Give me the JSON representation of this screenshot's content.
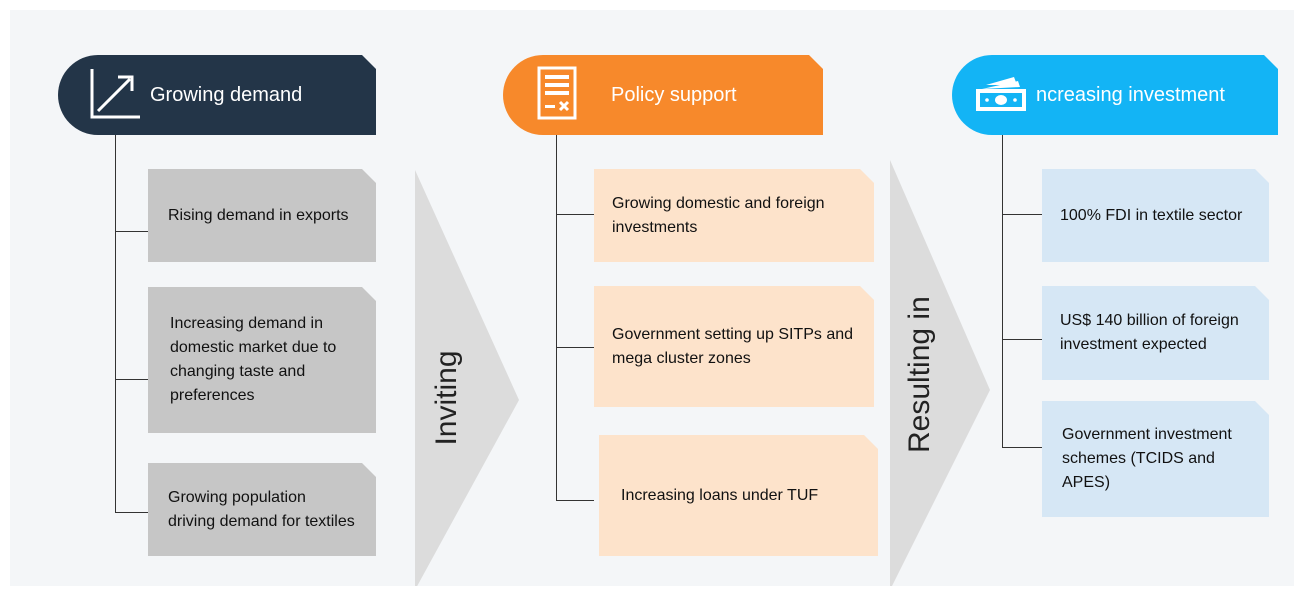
{
  "columns": [
    {
      "title": "Growing demand",
      "color": "#233548",
      "icon": "trend-arrow-icon",
      "items": [
        "Rising demand in exports",
        "Increasing demand in domestic market due to changing taste and preferences",
        "Growing population driving demand for textiles"
      ]
    },
    {
      "title": "Policy support",
      "color": "#f7892b",
      "icon": "document-icon",
      "items": [
        "Growing domestic and foreign investments",
        "Government setting up SITPs and mega cluster zones",
        "Increasing loans under TUF"
      ]
    },
    {
      "title": "ncreasing investment",
      "color": "#13b4f5",
      "icon": "money-bills-icon",
      "items": [
        "100% FDI in textile sector",
        "US$ 140 billion of foreign investment expected",
        "Government investment schemes (TCIDS and APES)"
      ]
    }
  ],
  "connectors": [
    "Inviting",
    "Resulting in"
  ]
}
